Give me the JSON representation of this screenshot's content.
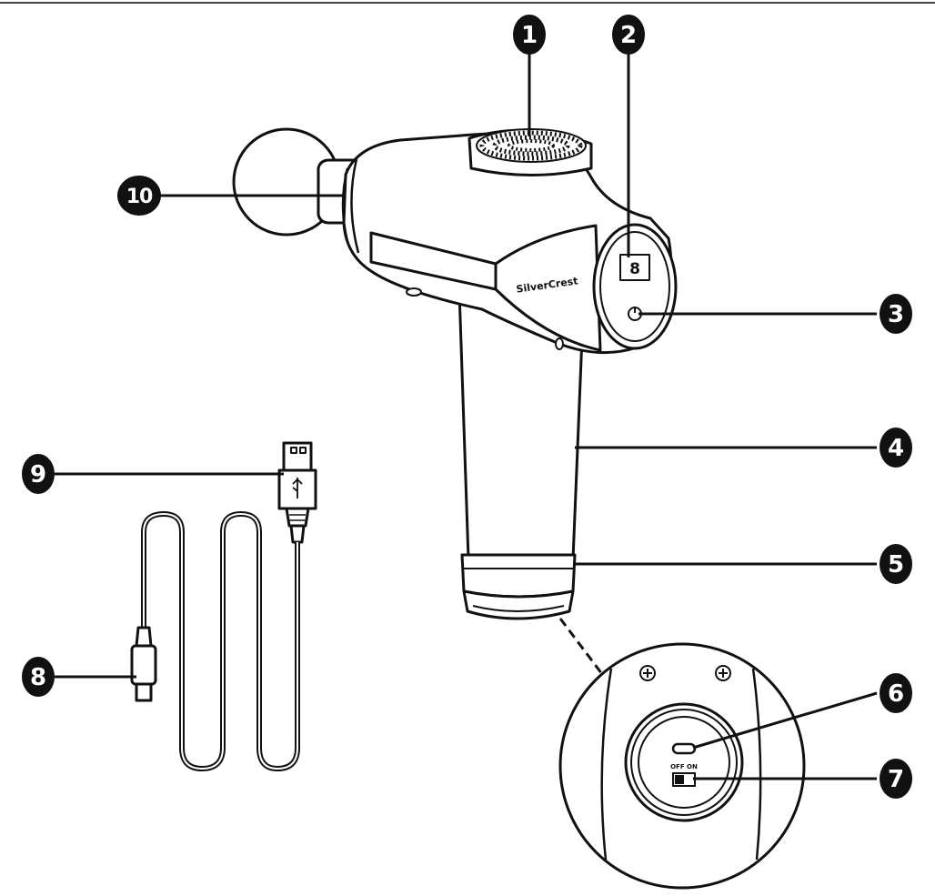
{
  "diagram": {
    "brand_text": "SilverCrest",
    "switch_text": "OFF ON",
    "callouts": [
      {
        "id": "1",
        "number": "1"
      },
      {
        "id": "2",
        "number": "2"
      },
      {
        "id": "3",
        "number": "3"
      },
      {
        "id": "4",
        "number": "4"
      },
      {
        "id": "5",
        "number": "5"
      },
      {
        "id": "6",
        "number": "6"
      },
      {
        "id": "7",
        "number": "7"
      },
      {
        "id": "8",
        "number": "8"
      },
      {
        "id": "9",
        "number": "9"
      },
      {
        "id": "10",
        "number": "10"
      }
    ]
  },
  "colors": {
    "line": "#111111",
    "fill": "#ffffff",
    "badge": "#111111",
    "badge_text": "#ffffff"
  }
}
